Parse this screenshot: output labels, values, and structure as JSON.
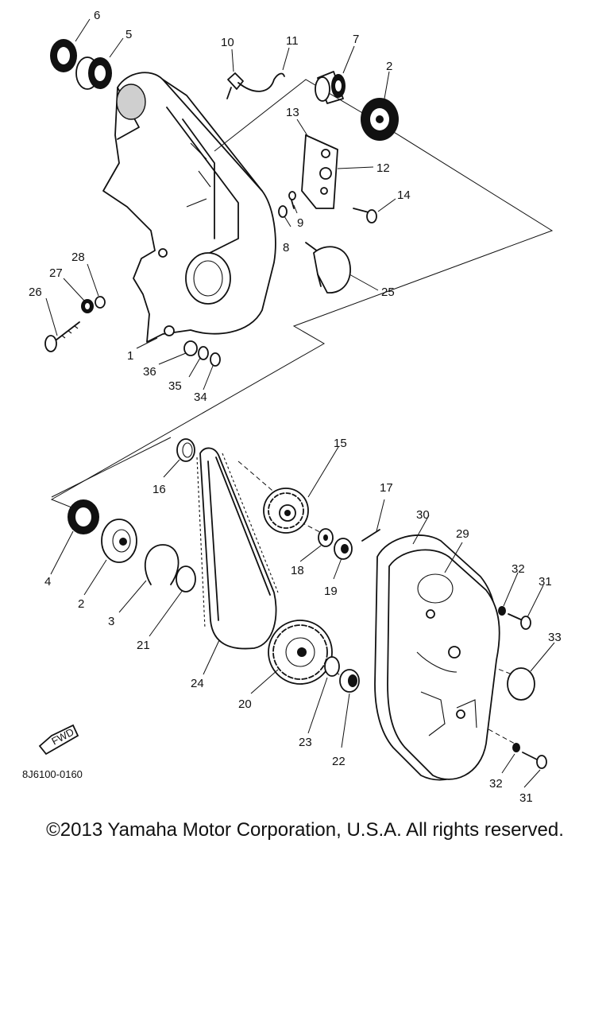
{
  "diagram": {
    "drawing_code": "8J6100-0160",
    "fwd_label": "FWD",
    "callouts": {
      "c1": "1",
      "c2a": "2",
      "c2b": "2",
      "c3": "3",
      "c4": "4",
      "c5": "5",
      "c6": "6",
      "c7": "7",
      "c8": "8",
      "c9": "9",
      "c10": "10",
      "c11": "11",
      "c12": "12",
      "c13": "13",
      "c14": "14",
      "c15": "15",
      "c16": "16",
      "c17": "17",
      "c18": "18",
      "c19": "19",
      "c20": "20",
      "c21": "21",
      "c22": "22",
      "c23": "23",
      "c24": "24",
      "c25": "25",
      "c26": "26",
      "c27": "27",
      "c28": "28",
      "c29": "29",
      "c30": "30",
      "c31a": "31",
      "c31b": "31",
      "c32a": "32",
      "c32b": "32",
      "c33": "33",
      "c34": "34",
      "c35": "35",
      "c36": "36"
    }
  },
  "footer": {
    "copyright": "©2013 Yamaha Motor Corporation, U.S.A. All rights reserved."
  }
}
